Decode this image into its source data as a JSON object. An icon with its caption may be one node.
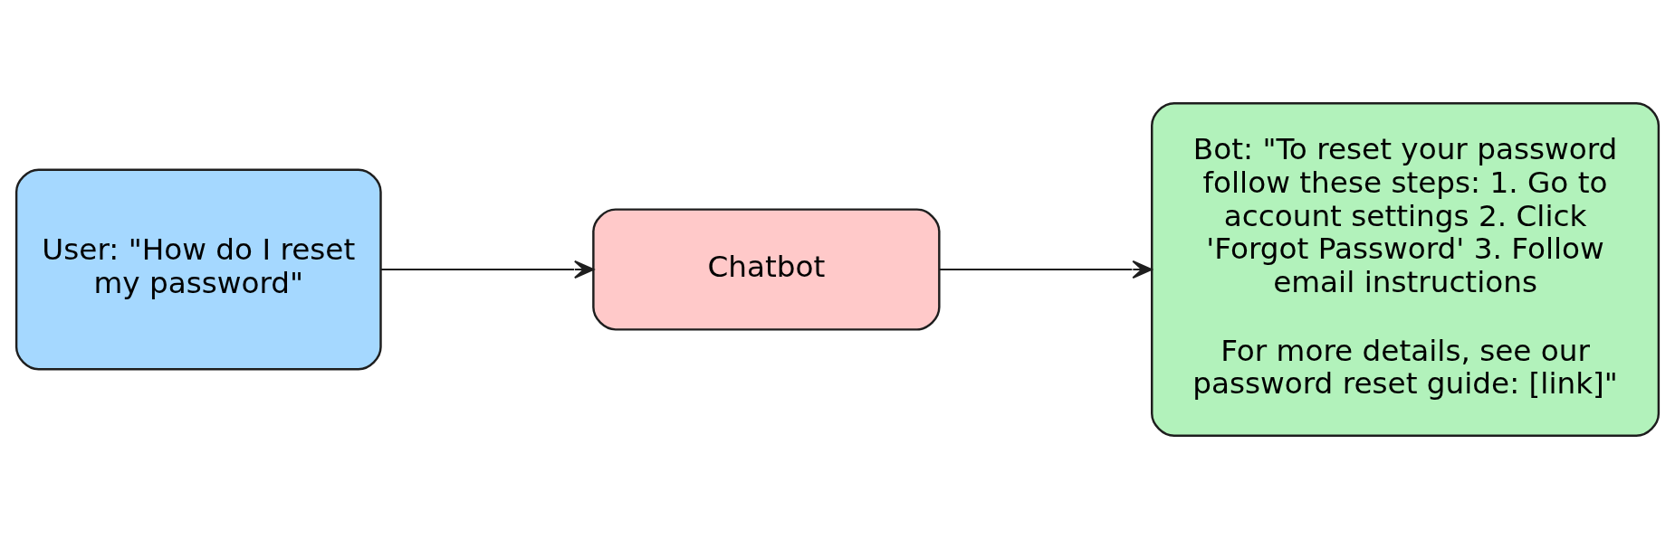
{
  "diagram": {
    "nodes": [
      {
        "text": [
          "User: \"How do I reset my password\""
        ]
      },
      {
        "text": [
          "Chatbot"
        ]
      },
      {
        "text": [
          "Bot: \"To reset your password follow these steps: 1. Go to account settings 2. Click 'Forgot Password' 3. Follow email instructions",
          "For more details, see our password reset guide: [link]\""
        ]
      }
    ],
    "edges": [
      {
        "from": 0,
        "to": 1,
        "arrow": "to"
      },
      {
        "from": 1,
        "to": 2,
        "arrow": "to"
      }
    ]
  }
}
